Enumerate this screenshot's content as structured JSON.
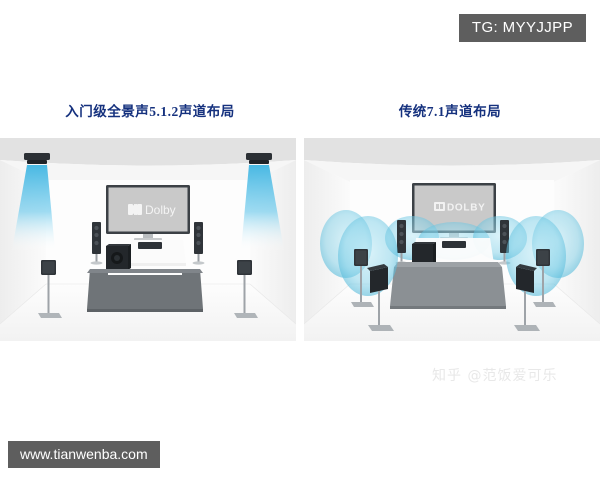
{
  "badge": {
    "label": "TG: MYYJJPP"
  },
  "panels": {
    "left": {
      "title": "入门级全景声5.1.2声道布局",
      "tv_logo_text": "Dolby",
      "layout_type": "5.1.2 Dolby Atmos",
      "ceiling_speakers": 2,
      "sound_field_style": "downward-cones"
    },
    "right": {
      "title": "传统7.1声道布局",
      "tv_logo_text": "DOLBY",
      "layout_type": "7.1 conventional surround",
      "ceiling_speakers": 0,
      "sound_field_style": "horizontal-bubbles"
    }
  },
  "watermarks": {
    "zhihu": "知乎 @范饭爱可乐",
    "site": "www.tianwenba.com"
  },
  "colors": {
    "title_blue": "#15317e",
    "badge_gray": "#5e5e5e",
    "sound_cyan": "#4db8e0",
    "bubble_cyan": "#7fd4e8",
    "speaker_dark": "#3a3f45",
    "sofa_gray": "#777c80",
    "ceiling_gray": "#e2e2e2"
  }
}
